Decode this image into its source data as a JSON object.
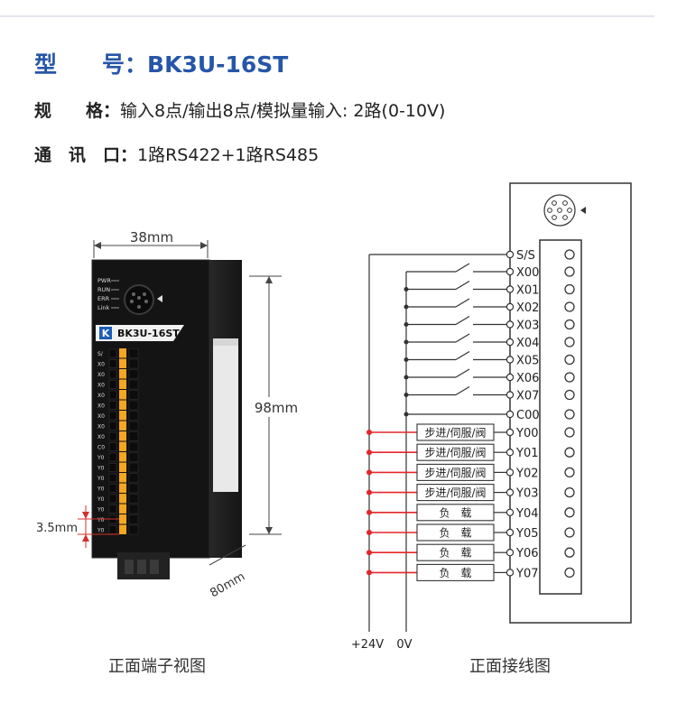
{
  "specs": {
    "model_label": "型　　号：",
    "model_value": "BK3U-16ST",
    "spec_label": "规　　格：",
    "spec_value": "输入8点/输出8点/模拟量输入: 2路(0-10V)",
    "comm_label": "通　讯　口：",
    "comm_value": "1路RS422+1路RS485"
  },
  "front_view": {
    "width_dim": "38mm",
    "height_dim": "98mm",
    "depth_dim": "80mm",
    "pitch_dim": "3.5mm",
    "leds": [
      "PWR",
      "RUN",
      "ERR",
      "Link"
    ],
    "brand_logo": "K",
    "model_plate": "BK3U-16ST",
    "terminal_labels": [
      "S/",
      "X0",
      "X0",
      "X0",
      "X0",
      "X0",
      "X0",
      "X0",
      "X0",
      "C0",
      "Y0",
      "Y0",
      "Y0",
      "Y0",
      "Y0",
      "Y0",
      "Y0",
      "Y0"
    ],
    "caption": "正面端子视图"
  },
  "wiring": {
    "common": "S/S",
    "inputs": [
      "X00",
      "X01",
      "X02",
      "X03",
      "X04",
      "X05",
      "X06",
      "X07"
    ],
    "input_common": "C00",
    "outputs": [
      "Y00",
      "Y01",
      "Y02",
      "Y03",
      "Y04",
      "Y05",
      "Y06",
      "Y07"
    ],
    "loads": [
      "步进/伺服/阀",
      "步进/伺服/阀",
      "步进/伺服/阀",
      "步进/伺服/阀",
      "负　载",
      "负　载",
      "负　载",
      "负　载"
    ],
    "supply_plus": "+24V",
    "supply_zero": "0V",
    "caption": "正面接线图"
  },
  "colors": {
    "title_blue": "#2656a8",
    "wire_red": "#e3262b",
    "dim_red": "#d0312d",
    "terminal_orange": "#f5a623"
  }
}
